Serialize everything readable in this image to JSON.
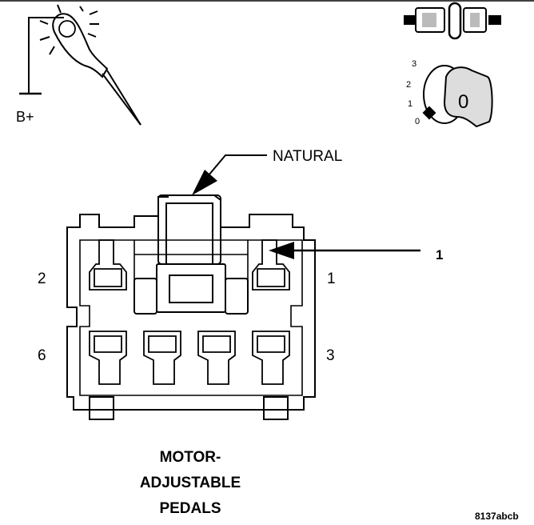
{
  "probe": {
    "label": "B+",
    "icon": "test-light-probe-icon"
  },
  "ignition": {
    "icon": "ignition-key-icon",
    "switch_icon": "connector-disconnected-icon",
    "positions": [
      "3",
      "2",
      "1",
      "0"
    ],
    "key_label": "0"
  },
  "connector": {
    "color_label": "NATURAL",
    "callout_number": "1",
    "pins": {
      "top_left": "2",
      "top_right": "1",
      "bottom_left": "6",
      "bottom_right": "3"
    }
  },
  "title_lines": [
    "MOTOR-",
    "ADJUSTABLE",
    "PEDALS"
  ],
  "figure_id": "8137abcb",
  "colors": {
    "line": "#000000",
    "background": "#ffffff"
  }
}
